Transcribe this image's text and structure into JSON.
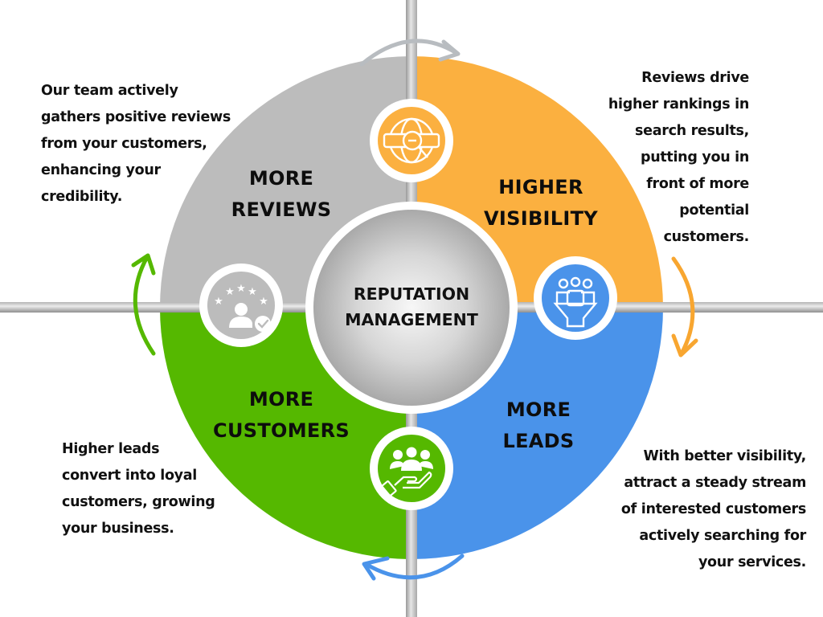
{
  "title": "Reputation Management",
  "center": {
    "line1": "REPUTATION",
    "line2": "MANAGEMENT"
  },
  "colors": {
    "reviews": "#bcbcbc",
    "visibility": "#fbb040",
    "leads": "#4a93ea",
    "customers": "#55b800",
    "axis": "#c9c9c9",
    "arrow_top": "#b8bcc0",
    "arrow_right": "#f8a630",
    "arrow_bottom": "#4a93ea",
    "arrow_left": "#55b800",
    "text": "#111111"
  },
  "quadrants": [
    {
      "id": "reviews",
      "title_line1": "MORE",
      "title_line2": "REVIEWS",
      "icon": "reviews-stars-person-icon",
      "description": [
        "Our team actively",
        "gathers positive reviews",
        "from your customers,",
        "enhancing your",
        "credibility."
      ]
    },
    {
      "id": "visibility",
      "title_line1": "HIGHER",
      "title_line2": "VISIBILITY",
      "icon": "globe-search-icon",
      "description": [
        "Reviews drive",
        "higher rankings in",
        "search results,",
        "putting you in",
        "front of more",
        "potential",
        "customers."
      ]
    },
    {
      "id": "leads",
      "title_line1": "MORE",
      "title_line2": "LEADS",
      "icon": "people-funnel-icon",
      "description": [
        "With better visibility,",
        "attract a steady stream",
        "of interested customers",
        "actively searching for",
        "your services."
      ]
    },
    {
      "id": "customers",
      "title_line1": "MORE",
      "title_line2": "CUSTOMERS",
      "icon": "hand-people-icon",
      "description": [
        "Higher leads",
        "convert into loyal",
        "customers, growing",
        "your business."
      ]
    }
  ]
}
